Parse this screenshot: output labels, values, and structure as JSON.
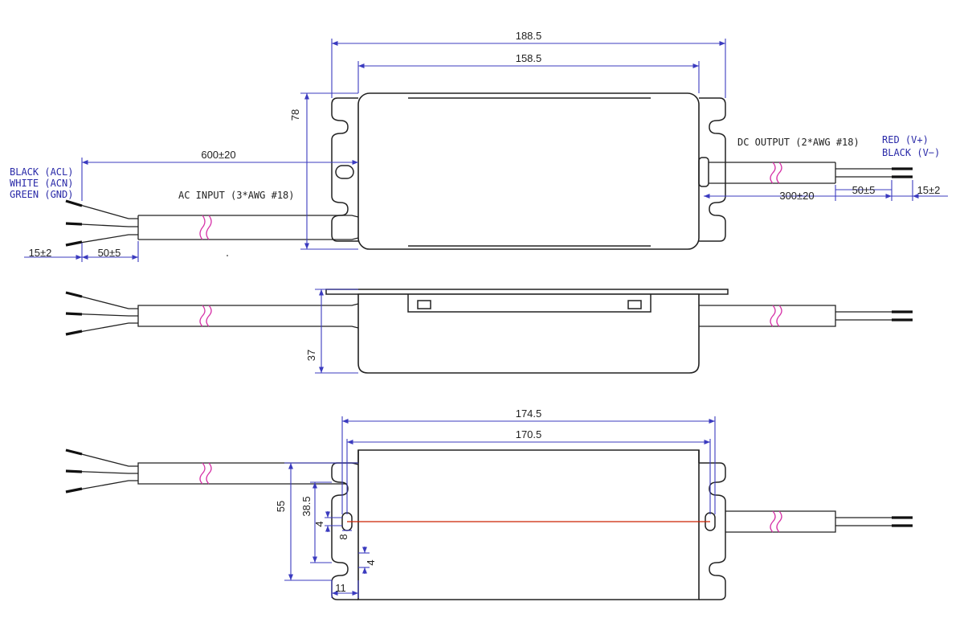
{
  "dimensions": {
    "overall_length": "188.5",
    "body_length": "158.5",
    "height_top_view": "78",
    "ac_cable_length": "600±20",
    "dc_cable_length": "300±20",
    "dc_jacket_strip": "50±5",
    "dc_wire_strip": "15±2",
    "ac_wire_strip": "15±2",
    "ac_jacket_strip": "50±5",
    "side_height": "37",
    "mount_outer": "174.5",
    "mount_inner": "170.5",
    "bottom_height": "55",
    "mount_hole_spacing": "38.5",
    "slot_width": "4",
    "slot_length": "8",
    "edge_offset": "4",
    "edge_width": "11"
  },
  "labels": {
    "ac_black": "BLACK (ACL)",
    "ac_white": "WHITE (ACN)",
    "ac_green": "GREEN (GND)",
    "ac_input": "AC INPUT (3*AWG #18)",
    "dc_output": "DC OUTPUT (2*AWG #18)",
    "dc_red": "RED (V+)",
    "dc_black": "BLACK (V−)"
  },
  "colors": {
    "dimension": "#3b3bbf",
    "cable_break": "#d633a8",
    "centerline": "#cc2200",
    "outline": "#222222"
  }
}
